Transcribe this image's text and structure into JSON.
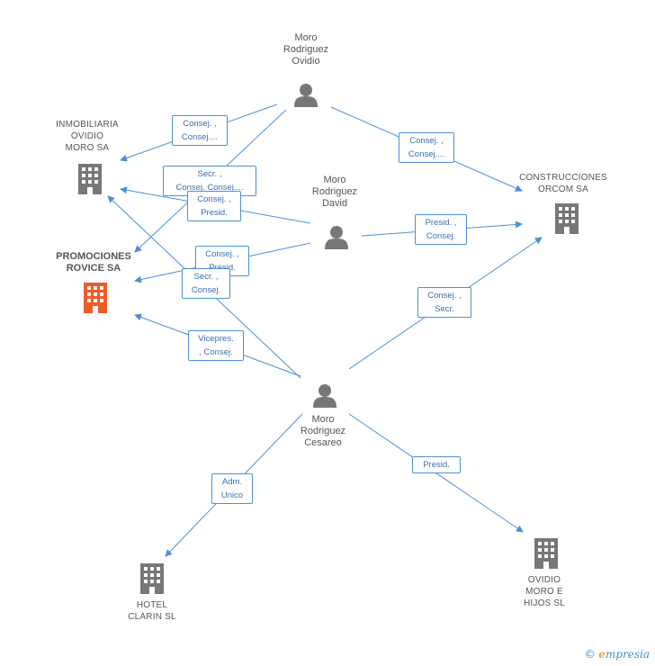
{
  "colors": {
    "edge": "#4a90d9",
    "person": "#777777",
    "company": "#777777",
    "focus": "#f05a28"
  },
  "nodes": {
    "moro_ovidio": {
      "label": "Moro\nRodriguez\nOvidio",
      "kind": "person"
    },
    "moro_david": {
      "label": "Moro\nRodriguez\nDavid",
      "kind": "person"
    },
    "moro_cesareo": {
      "label": "Moro\nRodriguez\nCesareo",
      "kind": "person"
    },
    "inmobiliaria": {
      "label": "INMOBILIARIA\nOVIDIO\nMORO SA",
      "kind": "building-icon"
    },
    "promociones": {
      "label": "PROMOCIONES\nROVICE SA",
      "kind": "building-icon-focus"
    },
    "construcciones": {
      "label": "CONSTRUCCIONES\nORCOM SA",
      "kind": "building-icon"
    },
    "hotel": {
      "label": "HOTEL\nCLARIN SL",
      "kind": "building-icon"
    },
    "ovidio_hijos": {
      "label": "OVIDIO\nMORO E\nHIJOS  SL",
      "kind": "building-icon"
    }
  },
  "edge_labels": {
    "ovidio_inmobiliaria": "Consej. ,\nConsej....",
    "ovidio_promociones": "Secr. ,\nConsej. Consej....",
    "ovidio_construcciones": "Consej. ,\nConsej....",
    "david_inmobiliaria": "Consej. ,\nPresid.",
    "david_promociones": "Consej. ,\nPresid.",
    "david_construcciones": "Presid. ,\nConsej.",
    "cesareo_inmobiliaria": "Secr. ,\nConsej.",
    "cesareo_promociones": "Vicepres.\n, Consej.",
    "cesareo_construcciones": "Consej. ,\nSecr.",
    "cesareo_hotel": "Adm.\nUnico",
    "cesareo_ovidio_hijos": "Presid."
  },
  "footer": {
    "copyright": "©",
    "brand_first": "e",
    "brand_rest": "mpresia"
  }
}
